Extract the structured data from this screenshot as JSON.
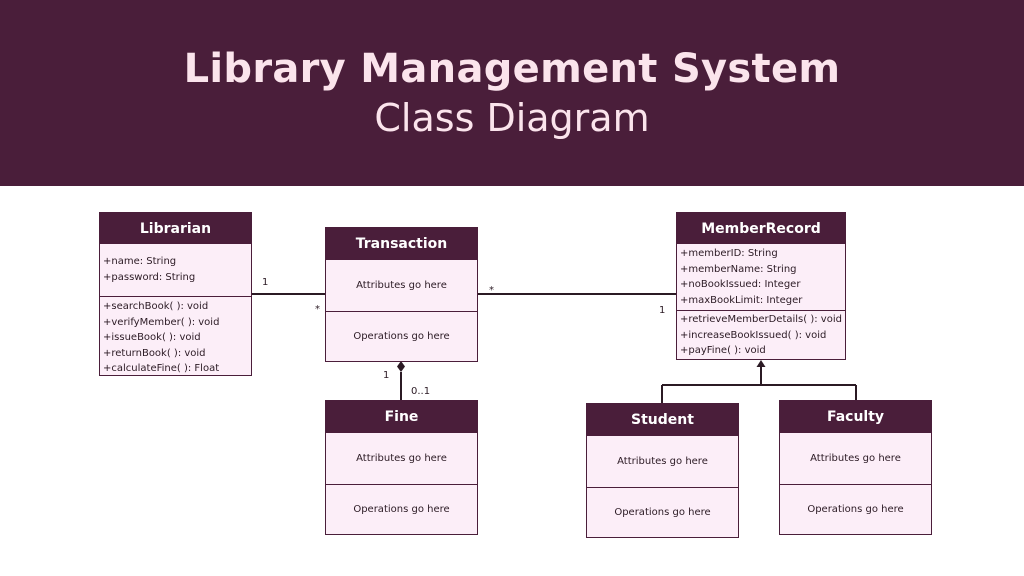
{
  "header": {
    "title": "Library Management System",
    "subtitle": "Class Diagram"
  },
  "colors": {
    "banner": "#4a1e3a",
    "title": "#fbe4ec",
    "class_fill": "#fceef8",
    "class_header": "#4a1e3a"
  },
  "classes": {
    "librarian": {
      "name": "Librarian",
      "attributes": [
        "+name: String",
        "+password: String"
      ],
      "operations": [
        "+searchBook( ): void",
        "+verifyMember( ): void",
        "+issueBook( ): void",
        "+returnBook( ): void",
        "+calculateFine( ): Float"
      ]
    },
    "transaction": {
      "name": "Transaction",
      "attributes_placeholder": "Attributes go here",
      "operations_placeholder": "Operations go here"
    },
    "member_record": {
      "name": "MemberRecord",
      "attributes": [
        "+memberID: String",
        "+memberName: String",
        "+noBookIssued: Integer",
        "+maxBookLimit: Integer"
      ],
      "operations": [
        "+retrieveMemberDetails( ): void",
        "+increaseBookIssued( ): void",
        "+payFine( ): void"
      ]
    },
    "fine": {
      "name": "Fine",
      "attributes_placeholder": "Attributes go here",
      "operations_placeholder": "Operations go here"
    },
    "student": {
      "name": "Student",
      "attributes_placeholder": "Attributes go here",
      "operations_placeholder": "Operations go here"
    },
    "faculty": {
      "name": "Faculty",
      "attributes_placeholder": "Attributes go here",
      "operations_placeholder": "Operations go here"
    }
  },
  "multiplicities": {
    "librarian_transaction_left": "1",
    "librarian_transaction_right": "*",
    "transaction_member_left": "*",
    "transaction_member_right": "1",
    "transaction_fine_top": "1",
    "transaction_fine_bottom": "0..1"
  }
}
